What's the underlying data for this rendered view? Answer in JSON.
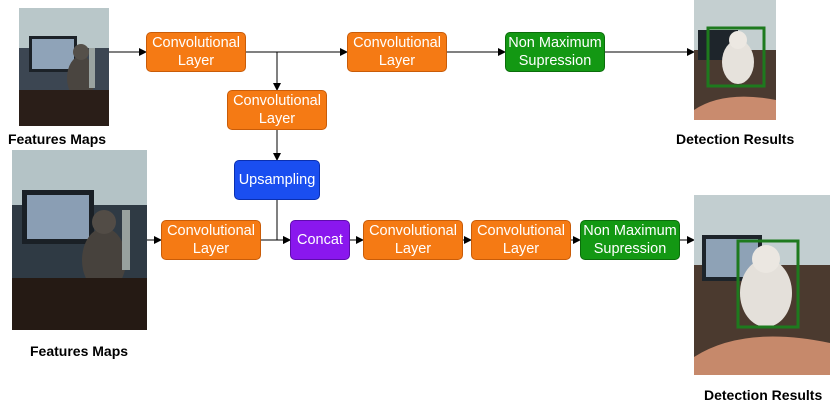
{
  "top_branch": {
    "input_caption": "Features Maps",
    "conv1": "Convolutional\nLayer",
    "conv2": "Convolutional\nLayer",
    "nms": "Non Maximum\nSupression",
    "output_caption": "Detection Results"
  },
  "middle": {
    "conv": "Convolutional\nLayer",
    "upsampling": "Upsampling"
  },
  "bottom_branch": {
    "input_caption": "Features Maps",
    "conv1": "Convolutional\nLayer",
    "concat": "Concat",
    "conv2": "Convolutional\nLayer",
    "conv3": "Convolutional\nLayer",
    "nms": "Non Maximum\nSupression",
    "output_caption": "Detection Results"
  },
  "colors": {
    "conv": "#f57a14",
    "nms": "#139813",
    "upsampling": "#1a4ef0",
    "concat": "#8a17ee",
    "detection_box": "#1e7a1e"
  }
}
